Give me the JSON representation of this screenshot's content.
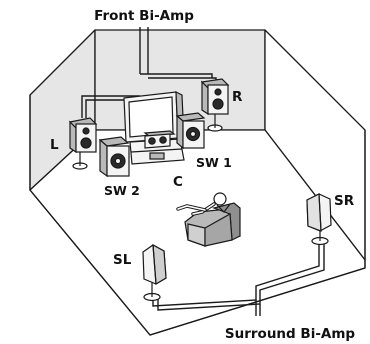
{
  "title_top": "Front Bi-Amp",
  "title_bottom": "Surround Bi-Amp",
  "speakers": {
    "front_left": "L",
    "front_right": "R",
    "center": "C",
    "subwoofer_1": "SW 1",
    "subwoofer_2": "SW 2",
    "surround_left": "SL",
    "surround_right": "SR"
  },
  "colors": {
    "wall_shade": "#e6e6e6",
    "line": "#1a1a1a",
    "speaker_face": "#f4f4f4",
    "speaker_side": "#b9b9b9",
    "driver": "#2a2a2a"
  }
}
